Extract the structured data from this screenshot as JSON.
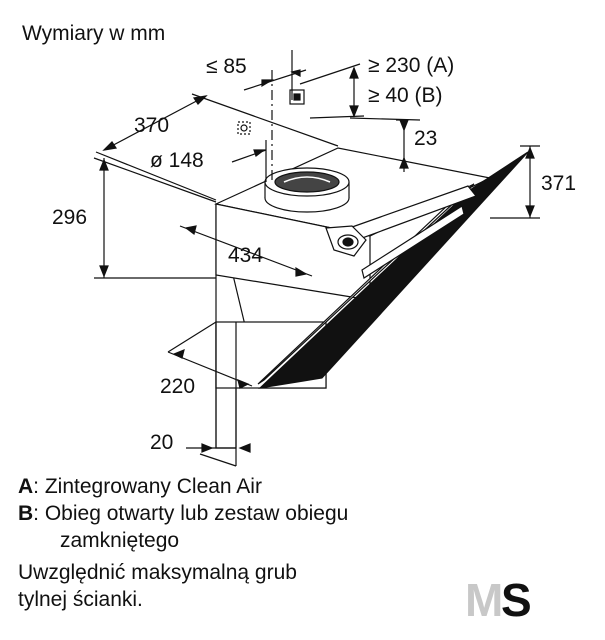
{
  "title": "Wymiary w mm",
  "dimensions": {
    "top_offset": "≤ 85",
    "dist_a": "≥ 230 (A)",
    "dist_b": "≥ 40 (B)",
    "depth": "370",
    "duct_diameter": "ø 148",
    "collar_height": "23",
    "body_height": "296",
    "total_height": "371",
    "width": "434",
    "lower_depth": "220",
    "bottom": "20"
  },
  "legend": {
    "a_key": "A",
    "a_text": ": Zintegrowany Clean Air",
    "b_key": "B",
    "b_text": ": Obieg otwarty lub zestaw obiegu",
    "b_text2": "zamkniętego"
  },
  "note": {
    "line1": "Uwzględnić maksymalną grub",
    "line2": "tylnej ścianki."
  },
  "watermark": {
    "letters": "MS",
    "colors": {
      "m": "#c8c8c8",
      "s": "#111111"
    }
  }
}
